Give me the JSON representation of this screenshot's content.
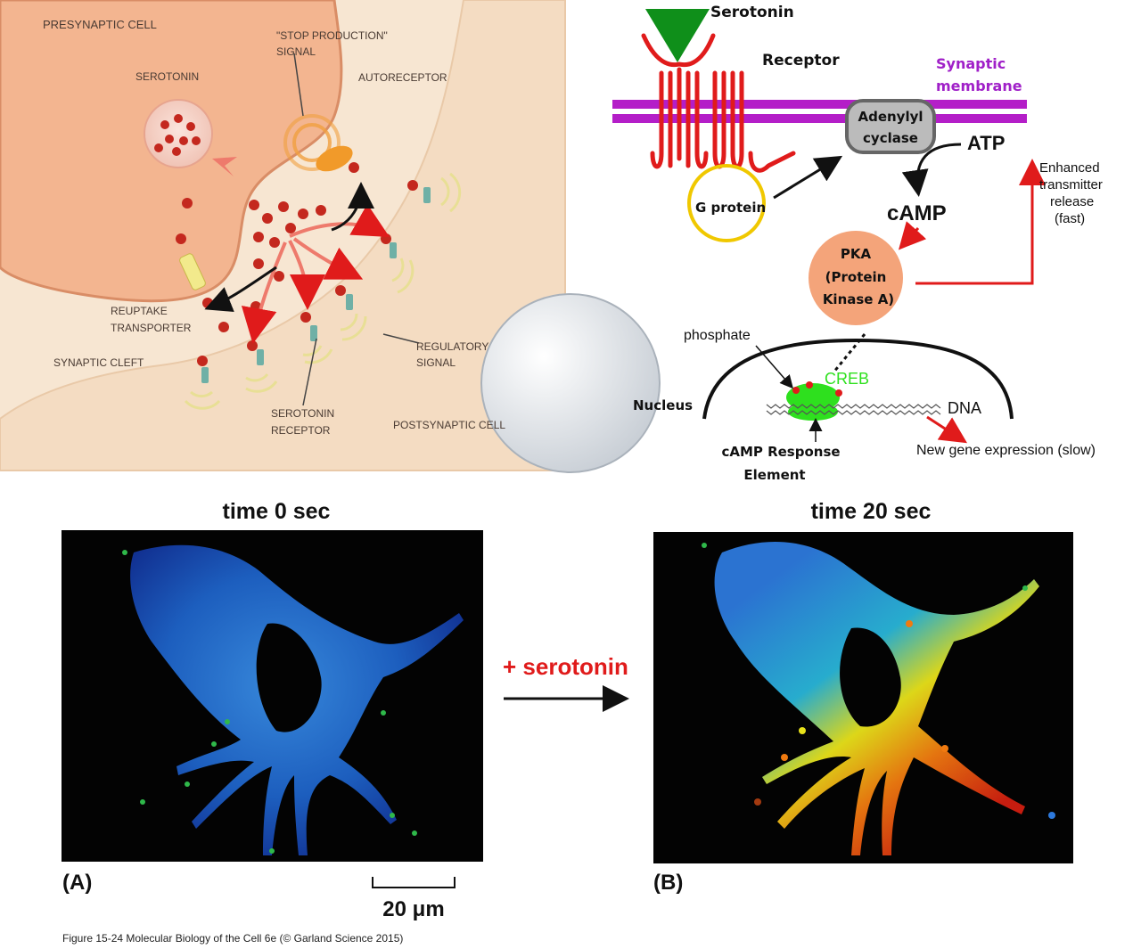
{
  "synapse_illustration": {
    "presynaptic_cell": "PRESYNAPTIC CELL",
    "serotonin": "SEROTONIN",
    "stop_signal_line1": "\"STOP PRODUCTION\"",
    "stop_signal_line2": "SIGNAL",
    "autoreceptor": "AUTORECEPTOR",
    "reuptake_line1": "REUPTAKE",
    "reuptake_line2": "TRANSPORTER",
    "synaptic_cleft": "SYNAPTIC CLEFT",
    "regulatory_line1": "REGULATORY",
    "regulatory_line2": "SIGNAL",
    "receptor_line1": "SEROTONIN",
    "receptor_line2": "RECEPTOR",
    "postsynaptic_cell": "POSTSYNAPTIC CELL"
  },
  "pathway": {
    "serotonin": "Serotonin",
    "receptor": "Receptor",
    "membrane_line1": "Synaptic",
    "membrane_line2": "membrane",
    "adenylyl_line1": "Adenylyl",
    "adenylyl_line2": "cyclase",
    "atp": "ATP",
    "g_protein": "G protein",
    "camp": "cAMP",
    "pka_line1": "PKA",
    "pka_line2": "(Protein",
    "pka_line3": "Kinase A)",
    "enhanced_line1": "Enhanced",
    "enhanced_line2": "transmitter",
    "enhanced_line3": "release",
    "enhanced_line4": "(fast)",
    "phosphate": "phosphate",
    "creb": "CREB",
    "nucleus": "Nucleus",
    "dna": "DNA",
    "cre_line1": "cAMP Response",
    "cre_line2": "Element",
    "new_gene": "New gene expression (slow)"
  },
  "microscopy": {
    "time_a": "time 0 sec",
    "time_b": "time 20 sec",
    "treatment": "+ serotonin",
    "panel_a": "(A)",
    "panel_b": "(B)",
    "scale_bar": "20 μm"
  },
  "caption": "Figure 15-24 Molecular Biology of the Cell 6e (© Garland Science 2015)",
  "colors": {
    "presynaptic": "#f3b590",
    "postsynaptic": "#f6e2cc",
    "membrane": "#b41ec8",
    "receptor": "#e01b1b",
    "serotonin_triangle": "#0f8f1a",
    "g_protein_ring": "#f0c800",
    "pka": "#f4a47a",
    "creb": "#2ee01e",
    "arrow_red": "#e01b1b",
    "membrane_label": "#a020c8",
    "treatment_label": "#e01b1b"
  }
}
